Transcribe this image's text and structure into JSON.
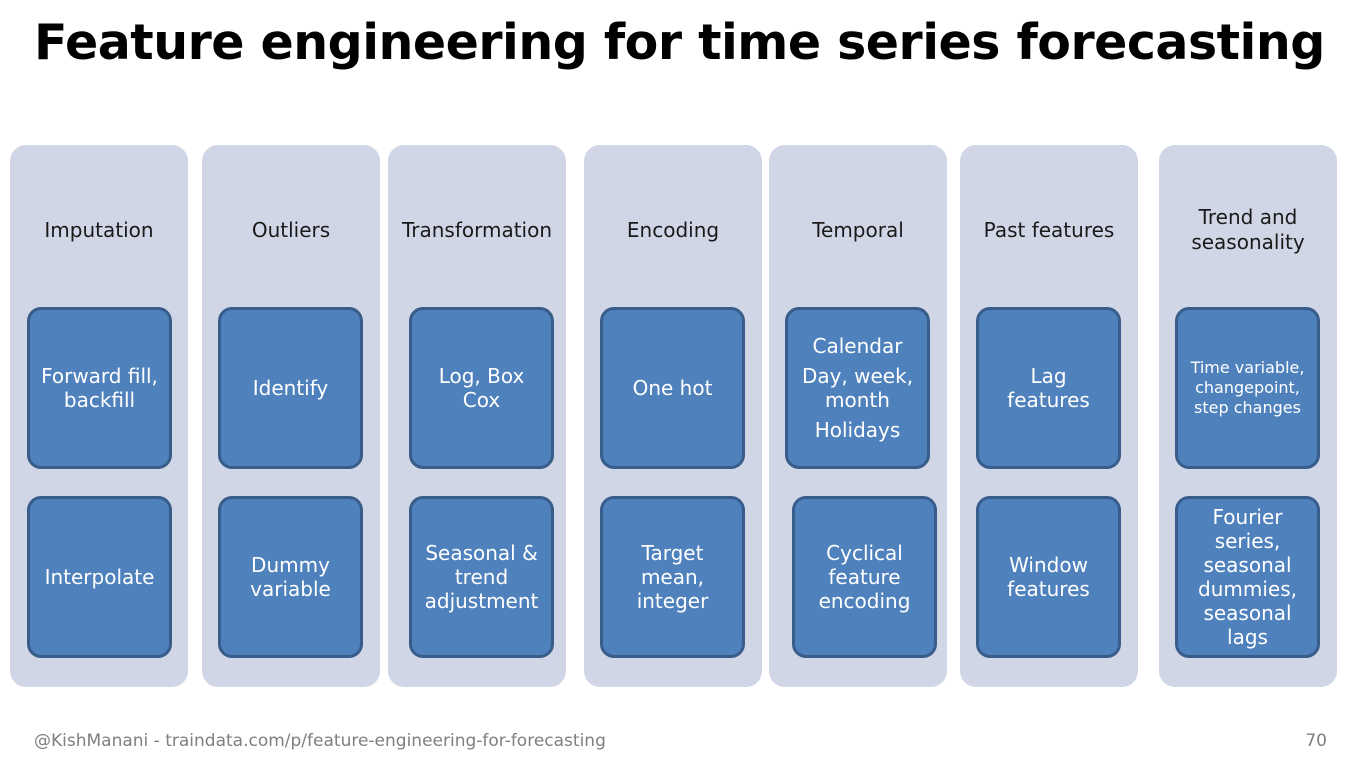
{
  "title": "Feature engineering for time series forecasting",
  "columns": [
    {
      "header": [
        "Imputation"
      ],
      "boxes": [
        {
          "lines": [
            "Forward fill,",
            "backfill"
          ]
        },
        {
          "lines": [
            "Interpolate"
          ]
        }
      ]
    },
    {
      "header": [
        "Outliers"
      ],
      "boxes": [
        {
          "lines": [
            "Identify"
          ]
        },
        {
          "lines": [
            "Dummy",
            "variable"
          ]
        }
      ]
    },
    {
      "header": [
        "Transformation"
      ],
      "boxes": [
        {
          "lines": [
            "Log, Box",
            "Cox"
          ]
        },
        {
          "lines": [
            "Seasonal &",
            "trend",
            "adjustment"
          ]
        }
      ]
    },
    {
      "header": [
        "Encoding"
      ],
      "boxes": [
        {
          "lines": [
            "One hot"
          ]
        },
        {
          "lines": [
            "Target",
            "mean,",
            "integer"
          ]
        }
      ]
    },
    {
      "header": [
        "Temporal"
      ],
      "boxes": [
        {
          "lines": [
            "Calendar",
            "Day, week,",
            "month",
            "Holidays"
          ]
        },
        {
          "lines": [
            "Cyclical",
            "feature",
            "encoding"
          ]
        }
      ]
    },
    {
      "header": [
        "Past features"
      ],
      "boxes": [
        {
          "lines": [
            "Lag",
            "features"
          ]
        },
        {
          "lines": [
            "Window",
            "features"
          ]
        }
      ]
    },
    {
      "header": [
        "Trend and",
        "seasonality"
      ],
      "boxes": [
        {
          "lines": [
            "Time variable,",
            "changepoint,",
            "step changes"
          ]
        },
        {
          "lines": [
            "Fourier",
            "series,",
            "seasonal",
            "dummies,",
            "seasonal",
            "lags"
          ]
        }
      ]
    }
  ],
  "footer": "@KishManani - traindata.com/p/feature-engineering-for-forecasting",
  "page_number": "70",
  "colors": {
    "column_bg": "#d0d6e5",
    "box_fill": "#4f81bd",
    "box_border": "#385d8a",
    "footer_text": "#7f7f7f"
  }
}
